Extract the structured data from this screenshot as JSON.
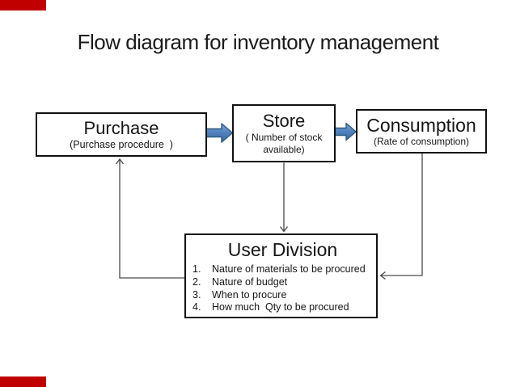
{
  "page": {
    "title": "Flow diagram for inventory management"
  },
  "colors": {
    "accent_red": "#C00000",
    "block_arrow_fill": "#4F81BD",
    "block_arrow_border": "#2E5984",
    "connector_gray": "#4a4a4a",
    "box_border": "#111111",
    "title_text": "#1b1b1b"
  },
  "nodes": {
    "purchase": {
      "title": "Purchase",
      "subtitle": "(Purchase procedure  )"
    },
    "store": {
      "title": "Store",
      "subtitle": "( Number of stock available)"
    },
    "consumption": {
      "title": "Consumption",
      "subtitle": "(Rate of consumption)"
    },
    "user_division": {
      "title": "User Division",
      "items": [
        {
          "num": "1.",
          "text": "Nature of materials to be procured"
        },
        {
          "num": "2.",
          "text": "Nature of budget"
        },
        {
          "num": "3.",
          "text": "When to procure"
        },
        {
          "num": "4.",
          "text": "How much  Qty to be procured"
        }
      ]
    }
  },
  "edges": [
    {
      "from": "purchase",
      "to": "store",
      "style": "block-arrow"
    },
    {
      "from": "store",
      "to": "consumption",
      "style": "block-arrow"
    },
    {
      "from": "store",
      "to": "user_division",
      "style": "thin-arrow"
    },
    {
      "from": "user_division",
      "to": "purchase",
      "style": "thin-arrow"
    },
    {
      "from": "consumption",
      "to": "user_division",
      "style": "thin-arrow"
    }
  ]
}
